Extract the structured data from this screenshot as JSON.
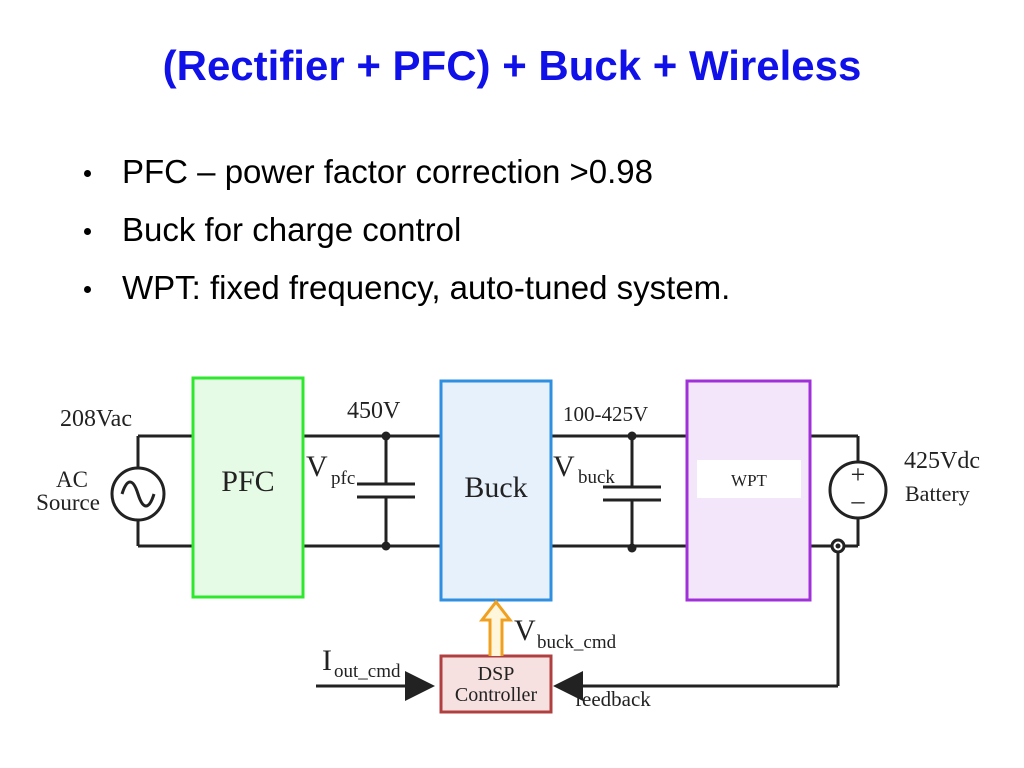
{
  "slide": {
    "title": "(Rectifier + PFC) + Buck + Wireless",
    "bullets": [
      "PFC – power factor correction >0.98",
      "Buck for charge control",
      "WPT: fixed frequency, auto-tuned system."
    ]
  },
  "diagram": {
    "source": {
      "voltage": "208Vac",
      "line1": "AC",
      "line2": "Source"
    },
    "pfc": {
      "label": "PFC",
      "output_voltage": "450V",
      "v_main": "V",
      "v_sub": "pfc"
    },
    "buck": {
      "label": "Buck",
      "output_voltage": "100-425V",
      "v_main": "V",
      "v_sub": "buck"
    },
    "wpt": {
      "label": "WPT"
    },
    "battery": {
      "voltage": "425Vdc",
      "label": "Battery",
      "plus": "+",
      "minus": "–"
    },
    "controller": {
      "line1": "DSP",
      "line2": "Controller"
    },
    "command_current": {
      "main": "I",
      "sub": "out_cmd"
    },
    "command_voltage": {
      "main": "V",
      "sub": "buck_cmd"
    },
    "feedback": "feedback",
    "colors": {
      "title": "#1010e8",
      "pfc_border": "#2ee82e",
      "pfc_fill": "#e6fbe6",
      "buck_border": "#2f8fe0",
      "buck_fill": "#e6f1fc",
      "wpt_border": "#a030d8",
      "wpt_fill": "#f3e6fb",
      "controller_border": "#b04040",
      "controller_fill": "#f6e0e0",
      "arrow_orange": "#f0a020"
    }
  }
}
